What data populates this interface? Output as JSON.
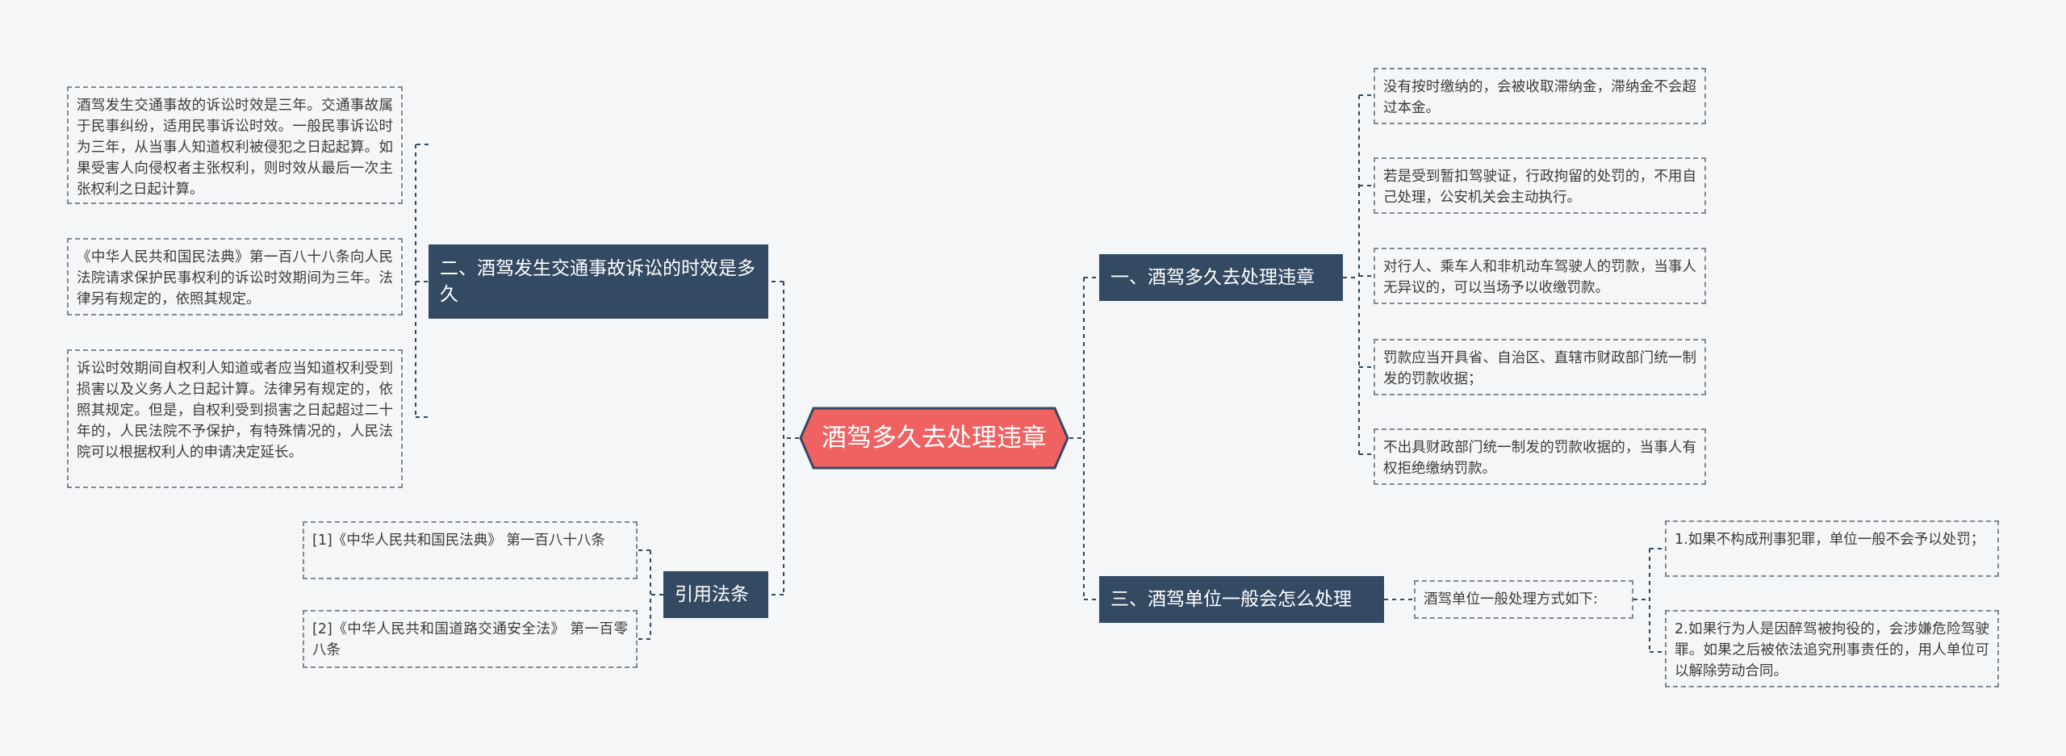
{
  "colors": {
    "background": "#f5f6f7",
    "root_fill": "#f06161",
    "root_stroke": "#344a62",
    "branch_fill": "#344a62",
    "connector": "#2f4a63",
    "leaf_border": "#7f8a95"
  },
  "root": {
    "label": "酒驾多久去处理违章"
  },
  "branches": {
    "b1": {
      "label": "一、酒驾多久去处理违章",
      "leaves": [
        "没有按时缴纳的，会被收取滞纳金，滞纳金不会超过本金。",
        "若是受到暂扣驾驶证，行政拘留的处罚的，不用自己处理，公安机关会主动执行。",
        "对行人、乘车人和非机动车驾驶人的罚款，当事人无异议的，可以当场予以收缴罚款。",
        "罚款应当开具省、自治区、直辖市财政部门统一制发的罚款收据；",
        "不出具财政部门统一制发的罚款收据的，当事人有权拒绝缴纳罚款。"
      ]
    },
    "b2": {
      "label": "二、酒驾发生交通事故诉讼的时效是多久",
      "leaves": [
        "酒驾发生交通事故的诉讼时效是三年。交通事故属于民事纠纷，适用民事诉讼时效。一般民事诉讼时为三年，从当事人知道权利被侵犯之日起起算。如果受害人向侵权者主张权利，则时效从最后一次主张权利之日起计算。",
        "《中华人民共和国民法典》第一百八十八条向人民法院请求保护民事权利的诉讼时效期间为三年。法律另有规定的，依照其规定。",
        "诉讼时效期间自权利人知道或者应当知道权利受到损害以及义务人之日起计算。法律另有规定的，依照其规定。但是，自权利受到损害之日起超过二十年的，人民法院不予保护，有特殊情况的，人民法院可以根据权利人的申请决定延长。"
      ]
    },
    "b3": {
      "label": "三、酒驾单位一般会怎么处理",
      "mid": "酒驾单位一般处理方式如下:",
      "leaves": [
        "1.如果不构成刑事犯罪，单位一般不会予以处罚；",
        "2.如果行为人是因醉驾被拘役的，会涉嫌危险驾驶罪。如果之后被依法追究刑事责任的，用人单位可以解除劳动合同。"
      ]
    },
    "b4": {
      "label": "引用法条",
      "leaves": [
        "[1]《中华人民共和国民法典》 第一百八十八条",
        "[2]《中华人民共和国道路交通安全法》 第一百零八条"
      ]
    }
  }
}
